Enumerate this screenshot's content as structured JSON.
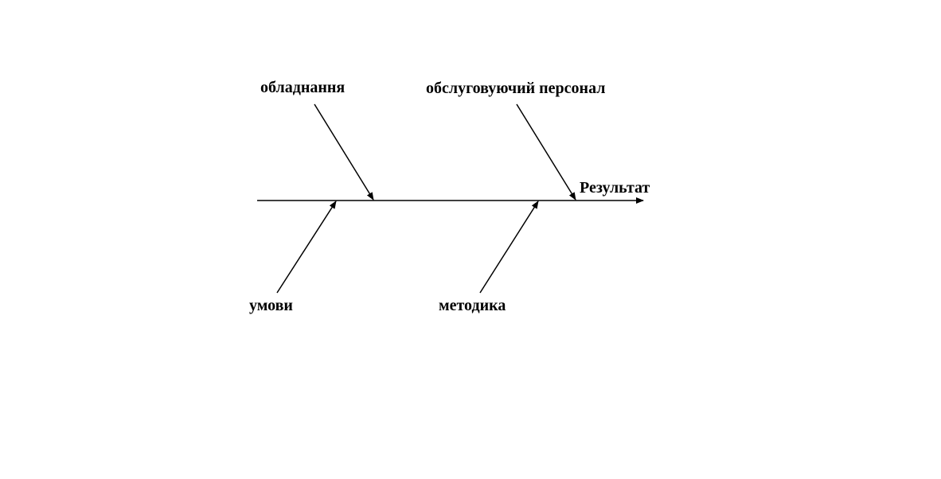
{
  "diagram": {
    "type": "fishbone",
    "effect": "Результат",
    "causes": {
      "top_left": "обладнання",
      "top_right": "обслуговуючий персонал",
      "bottom_left": "умови",
      "bottom_right": "методика"
    },
    "line_color": "#000000",
    "text_color": "#000000",
    "background": "#ffffff"
  }
}
